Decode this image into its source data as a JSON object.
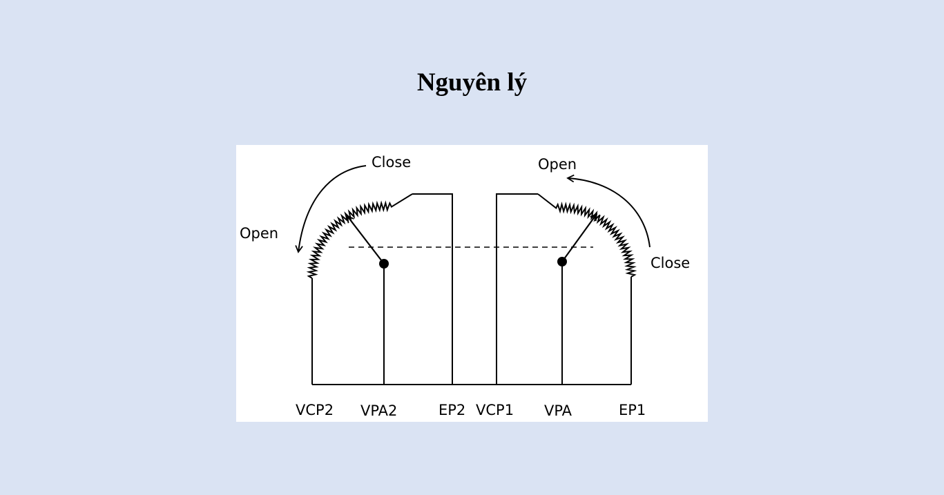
{
  "slide": {
    "title": "Nguyên lý",
    "background_color": "#dae3f3"
  },
  "diagram": {
    "left_sensor": {
      "close_label": "Close",
      "open_label": "Open",
      "terminals": [
        "VCP2",
        "VPA2",
        "EP2"
      ]
    },
    "right_sensor": {
      "close_label": "Close",
      "open_label": "Open",
      "terminals": [
        "VCP1",
        "VPA",
        "EP1"
      ]
    }
  }
}
